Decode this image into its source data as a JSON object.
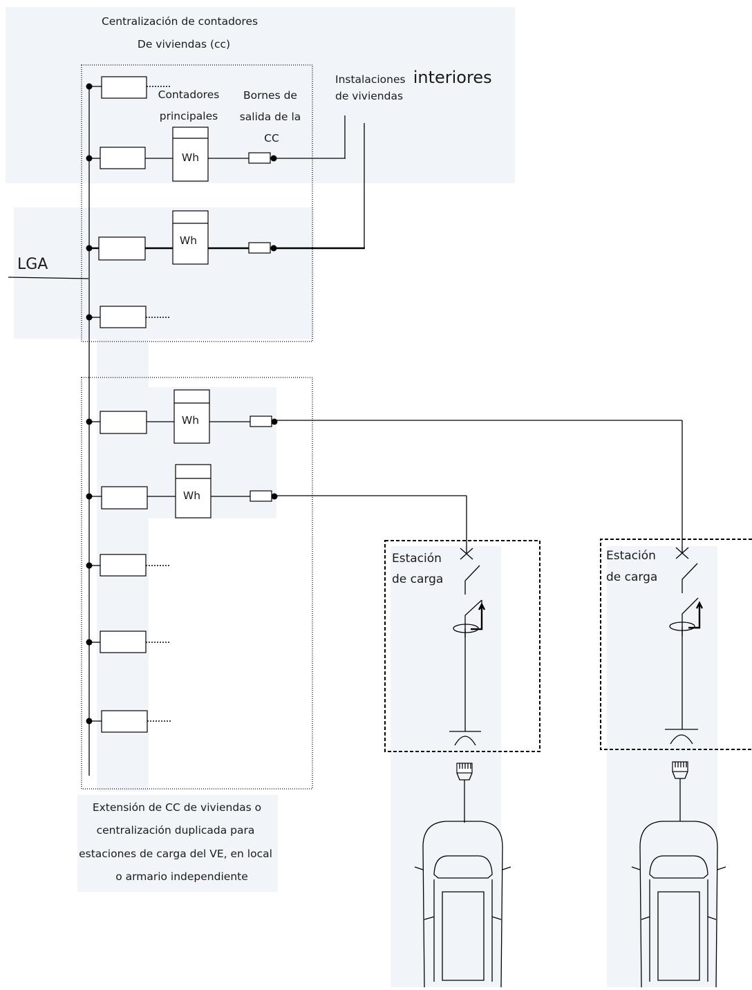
{
  "labels": {
    "cc_title_line1": "Centralización de contadores",
    "cc_title_line2": "De viviendas (cc)",
    "interiores_small": "Instalaciones",
    "interiores_big": "interiores",
    "interiores_line2": "de viviendas",
    "contadores_line1": "Contadores",
    "contadores_line2": "principales",
    "bornes_line1": "Bornes de",
    "bornes_line2": "salida de la",
    "bornes_line3": "CC",
    "lga": "LGA",
    "meter_label": "Wh",
    "station_line1": "Estación",
    "station_line2": "de carga",
    "ext_line1": "Extensión de CC de viviendas o",
    "ext_line2": "centralización duplicada para",
    "ext_line3": "estaciones de carga del VE, en local",
    "ext_line4": "o armario independiente"
  },
  "icons": {
    "busbar_node": "filled-circle-node",
    "fuse": "fuse-rectangle",
    "meter": "watt-hour-meter",
    "terminal": "output-terminal",
    "switch": "switch-contact",
    "protection": "residual-current-device",
    "plug": "connector-plug",
    "vehicle": "electric-car-top-view"
  }
}
